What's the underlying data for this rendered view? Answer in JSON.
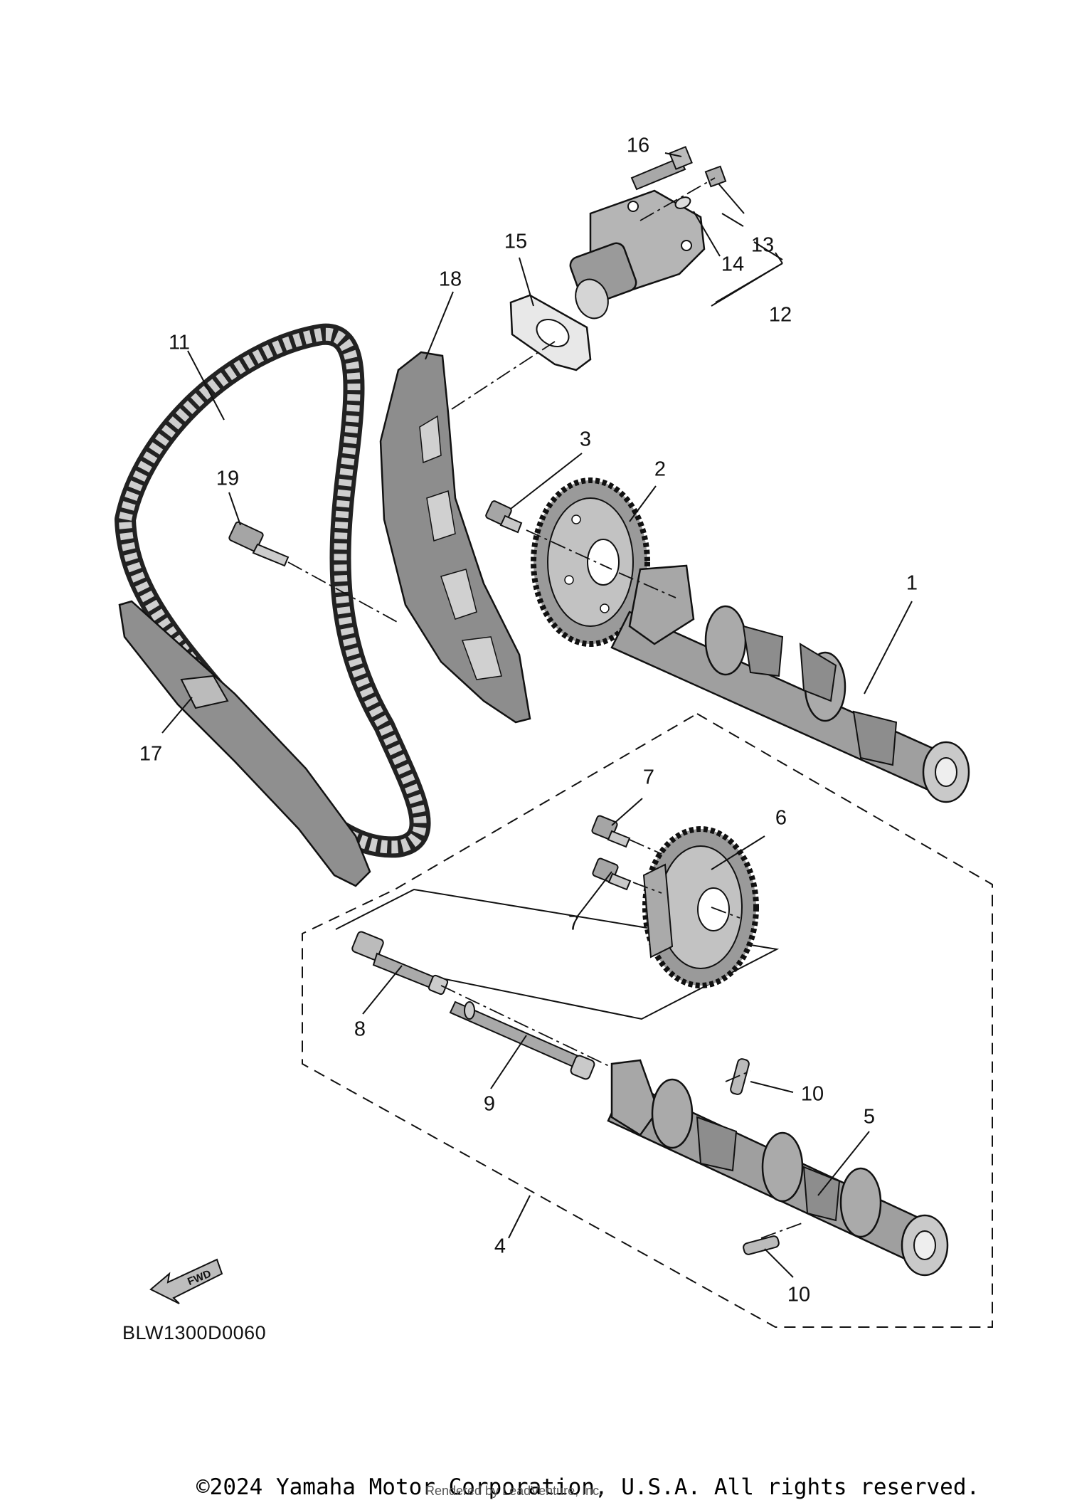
{
  "diagram": {
    "figure_code": "BLW1300D0060",
    "forward_label": "FWD",
    "callouts": [
      {
        "id": "c1",
        "label": "1"
      },
      {
        "id": "c2",
        "label": "2"
      },
      {
        "id": "c3",
        "label": "3"
      },
      {
        "id": "c4",
        "label": "4"
      },
      {
        "id": "c5",
        "label": "5"
      },
      {
        "id": "c6",
        "label": "6"
      },
      {
        "id": "c7a",
        "label": "7"
      },
      {
        "id": "c7b",
        "label": "7"
      },
      {
        "id": "c8",
        "label": "8"
      },
      {
        "id": "c9",
        "label": "9"
      },
      {
        "id": "c10a",
        "label": "10"
      },
      {
        "id": "c10b",
        "label": "10"
      },
      {
        "id": "c11",
        "label": "11"
      },
      {
        "id": "c12",
        "label": "12"
      },
      {
        "id": "c13",
        "label": "13"
      },
      {
        "id": "c14",
        "label": "14"
      },
      {
        "id": "c15",
        "label": "15"
      },
      {
        "id": "c16",
        "label": "16"
      },
      {
        "id": "c17",
        "label": "17"
      },
      {
        "id": "c18",
        "label": "18"
      },
      {
        "id": "c19",
        "label": "19"
      }
    ]
  },
  "footer": {
    "copyright": "©2024 Yamaha Motor Corporation, U.S.A. All rights reserved.",
    "rendered_by": "Rendered by LeadVenture, Inc."
  },
  "colors": {
    "ink": "#111111",
    "part_fill": "#9c9c9c",
    "part_light": "#cfcfcf"
  }
}
